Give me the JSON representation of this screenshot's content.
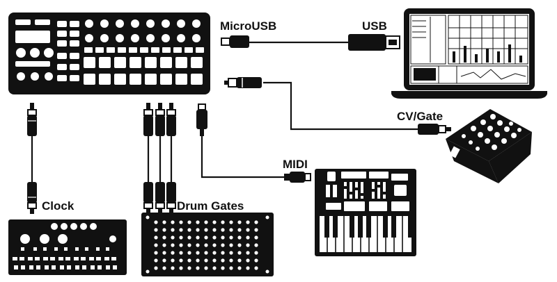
{
  "labels": {
    "microusb": "MicroUSB",
    "usb": "USB",
    "cv_gate": "CV/Gate",
    "midi": "MIDI",
    "clock": "Clock",
    "drum_gates": "Drum Gates"
  },
  "colors": {
    "ink": "#111111",
    "paper": "#ffffff"
  }
}
